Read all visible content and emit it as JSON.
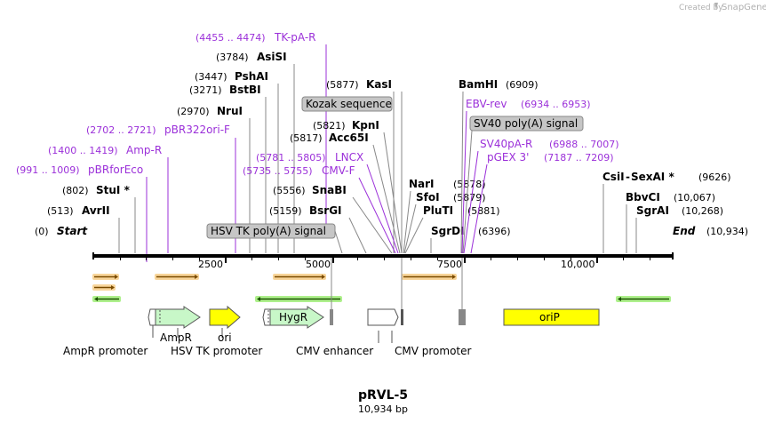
{
  "credit": {
    "prefix": "Created by",
    "brand": "SnapGene"
  },
  "plasmid": {
    "name": "pRVL-5",
    "size_label": "10,934 bp",
    "length": 10934
  },
  "axis": {
    "ticks": [
      2500,
      5000,
      7500,
      10000
    ],
    "tick_labels": [
      "2500",
      "5000",
      "7500",
      "10,000"
    ],
    "start": {
      "name": "Start",
      "pos": "(0)"
    },
    "end": {
      "name": "End",
      "pos": "(10,934)"
    }
  },
  "enzymes_left": [
    {
      "name": "TK-pA-R",
      "pos": "(4455 .. 4474)",
      "kind": "primer",
      "bp": 4455
    },
    {
      "name": "AsiSI",
      "pos": "(3784)",
      "kind": "enzyme",
      "bp": 3784
    },
    {
      "name": "PshAI",
      "pos": "(3447)",
      "kind": "enzyme",
      "bp": 3447
    },
    {
      "name": "BstBI",
      "pos": "(3271)",
      "kind": "enzyme",
      "bp": 3271
    },
    {
      "name": "NruI",
      "pos": "(2970)",
      "kind": "enzyme",
      "bp": 2970
    },
    {
      "name": "pBR322ori-F",
      "pos": "(2702 .. 2721)",
      "kind": "primer",
      "bp": 2702
    },
    {
      "name": "Amp-R",
      "pos": "(1400 .. 1419)",
      "kind": "primer",
      "bp": 1400
    },
    {
      "name": "pBRforEco",
      "pos": "(991 .. 1009)",
      "kind": "primer",
      "bp": 991
    },
    {
      "name": "StuI *",
      "pos": "(802)",
      "kind": "enzyme",
      "bp": 802
    },
    {
      "name": "AvrII",
      "pos": "(513)",
      "kind": "enzyme",
      "bp": 513
    }
  ],
  "enzymes_center": [
    {
      "name": "KasI",
      "pos": "(5877)",
      "kind": "enzyme",
      "bp": 5877
    },
    {
      "name": "Kozak sequence",
      "kind": "feature-box",
      "bp": 5877
    },
    {
      "name": "KpnI",
      "pos": "(5821)",
      "kind": "enzyme",
      "bp": 5821
    },
    {
      "name": "Acc65I",
      "pos": "(5817)",
      "kind": "enzyme",
      "bp": 5817
    },
    {
      "name": "LNCX",
      "pos": "(5781 .. 5805)",
      "kind": "primer",
      "bp": 5781
    },
    {
      "name": "CMV-F",
      "pos": "(5735 .. 5755)",
      "kind": "primer",
      "bp": 5735
    },
    {
      "name": "SnaBI",
      "pos": "(5556)",
      "kind": "enzyme",
      "bp": 5556
    },
    {
      "name": "BsrGI",
      "pos": "(5159)",
      "kind": "enzyme",
      "bp": 5159
    },
    {
      "name": "HSV TK poly(A) signal",
      "kind": "feature-box",
      "bp": 4500
    }
  ],
  "enzymes_right": [
    {
      "name": "BamHI",
      "pos": "(6909)",
      "kind": "enzyme",
      "bp": 6909
    },
    {
      "name": "EBV-rev",
      "pos": "(6934 .. 6953)",
      "kind": "primer",
      "bp": 6934
    },
    {
      "name": "SV40 poly(A) signal",
      "kind": "feature-box",
      "bp": 6980
    },
    {
      "name": "SV40pA-R",
      "pos": "(6988 .. 7007)",
      "kind": "primer",
      "bp": 6988
    },
    {
      "name": "pGEX 3'",
      "pos": "(7187 .. 7209)",
      "kind": "primer",
      "bp": 7187
    },
    {
      "name": "NarI",
      "pos": "(5878)",
      "kind": "enzyme",
      "bp": 5878
    },
    {
      "name": "SfoI",
      "pos": "(5879)",
      "kind": "enzyme",
      "bp": 5879
    },
    {
      "name": "PluTI",
      "pos": "(5881)",
      "kind": "enzyme",
      "bp": 5881
    },
    {
      "name": "SgrDI",
      "pos": "(6396)",
      "kind": "enzyme",
      "bp": 6396
    }
  ],
  "enzymes_far_right": [
    {
      "name": "CsiI",
      "pos": "(9626)",
      "kind": "enzyme",
      "bp": 9626,
      "pair": "SexAI *"
    },
    {
      "name": "BbvCI",
      "pos": "(10,067)",
      "kind": "enzyme",
      "bp": 10067
    },
    {
      "name": "SgrAI",
      "pos": "(10,268)",
      "kind": "enzyme",
      "bp": 10268
    }
  ],
  "features": [
    {
      "name": "AmpR promoter",
      "label_under": true
    },
    {
      "name": "AmpR",
      "label_under": true
    },
    {
      "name": "ori",
      "label_under": true
    },
    {
      "name": "HSV TK promoter",
      "label_under": true
    },
    {
      "name": "HygR",
      "label_inside": true
    },
    {
      "name": "CMV enhancer",
      "label_under": true
    },
    {
      "name": "CMV promoter",
      "label_under": true
    },
    {
      "name": "oriP",
      "label_inside": true
    }
  ],
  "colors": {
    "primer": "#9b30d9",
    "orange_arrow": "#f4a94a",
    "green_arrow": "#66cc33",
    "ampR": "#c8f7c8",
    "ori": "#ffff00",
    "hygR": "#c8f7c8",
    "oriP": "#ffff00",
    "feature_box": "#c6c6c6"
  }
}
